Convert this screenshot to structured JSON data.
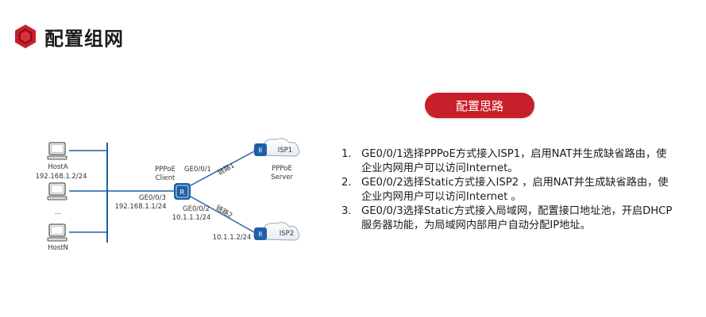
{
  "header": {
    "title": "配置组网",
    "icon": "red-hexagon-icon"
  },
  "pill": {
    "label": "配置思路"
  },
  "steps": [
    {
      "num": "1.",
      "text": "GE0/0/1选择PPPoE方式接入ISP1，启用NAT并生成缺省路由，使企业内网用户可以访问Internet。"
    },
    {
      "num": "2.",
      "text": "GE0/0/2选择Static方式接入ISP2 ，启用NAT并生成缺省路由，使企业内网用户可以访问Internet 。"
    },
    {
      "num": "3.",
      "text": "GE0/0/3选择Static方式接入局域网，配置接口地址池，开启DHCP服务器功能，为局域网内部用户自动分配IP地址。"
    }
  ],
  "diagram": {
    "hostA": "HostA",
    "hostA_ip": "192.168.1.2/24",
    "dots": "...",
    "hostN": "HostN",
    "pppoe_client_1": "PPPoE",
    "pppoe_client_2": "Client",
    "ge001": "GE0/0/1",
    "ge003": "GE0/0/3",
    "lan_ip": "192.168.1.1/24",
    "ge002": "GE0/0/2",
    "wan2_ip": "10.1.1.1/24",
    "link1": "链路1",
    "link2": "链路2",
    "isp1": "ISP1",
    "pppoe_server_1": "PPPoE",
    "pppoe_server_2": "Server",
    "isp2": "ISP2",
    "isp2_ip": "10.1.1.2/24",
    "accent": "#c8202b",
    "device_blue": "#1f5fa8"
  }
}
